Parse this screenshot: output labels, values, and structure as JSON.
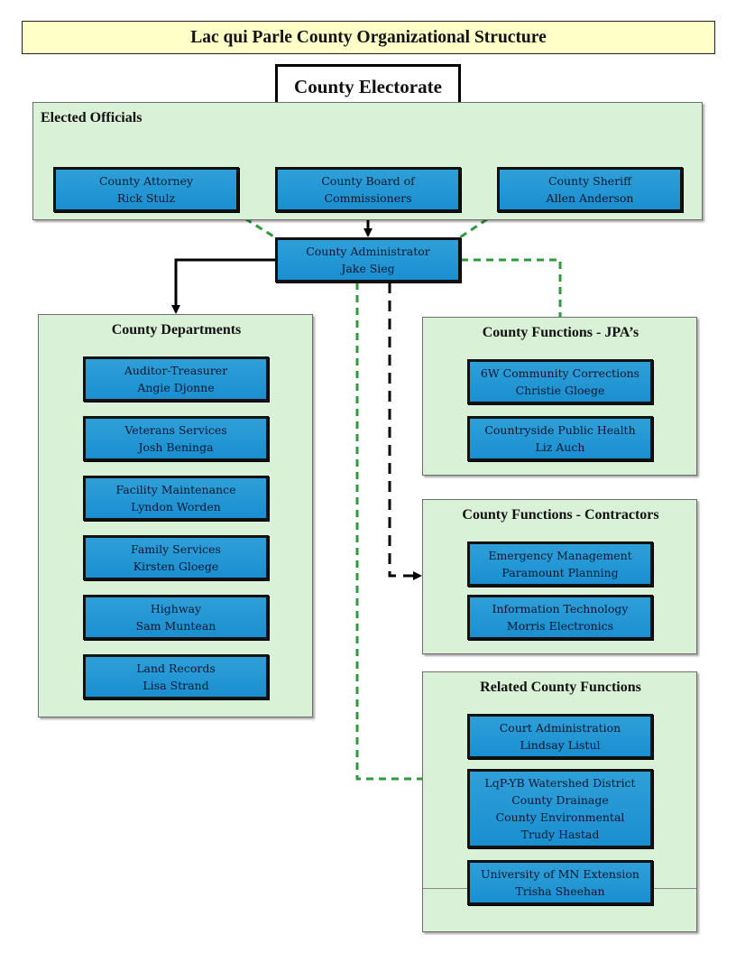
{
  "title": "Lac qui Parle County Organizational Structure",
  "electorate": "County Electorate",
  "elected": {
    "title": "Elected Officials",
    "attorney": [
      "County Attorney",
      "Rick Stulz"
    ],
    "board": [
      "County Board of",
      "Commissioners"
    ],
    "sheriff": [
      "County Sheriff",
      "Allen Anderson"
    ]
  },
  "administrator": [
    "County Administrator",
    "Jake Sieg"
  ],
  "departments": {
    "title": "County Departments",
    "items": [
      [
        "Auditor-Treasurer",
        "Angie Djonne"
      ],
      [
        "Veterans Services",
        "Josh Beninga"
      ],
      [
        "Facility Maintenance",
        "Lyndon Worden"
      ],
      [
        "Family Services",
        "Kirsten Gloege"
      ],
      [
        "Highway",
        "Sam Muntean"
      ],
      [
        "Land Records",
        "Lisa Strand"
      ]
    ]
  },
  "jpa": {
    "title": "County Functions - JPA’s",
    "items": [
      [
        "6W Community Corrections",
        "Christie Gloege"
      ],
      [
        "Countryside Public Health",
        "Liz Auch"
      ]
    ]
  },
  "contractors": {
    "title": "County Functions - Contractors",
    "items": [
      [
        "Emergency Management",
        "Paramount Planning"
      ],
      [
        "Information Technology",
        "Morris Electronics"
      ]
    ]
  },
  "related": {
    "title": "Related County Functions",
    "items": [
      [
        "Court Administration",
        "Lindsay Listul"
      ],
      [
        "LqP-YB Watershed District",
        "County Drainage",
        "County Environmental",
        "Trudy Hastad"
      ],
      [
        "University of MN Extension",
        "Trisha Sheehan"
      ]
    ]
  },
  "colors": {
    "title_bg": "#ffffc8",
    "panel_bg": "#d9f1d6",
    "box_blue": "#1a8fd0",
    "dashed_green": "#2e9a3c",
    "line_black": "#000000"
  }
}
